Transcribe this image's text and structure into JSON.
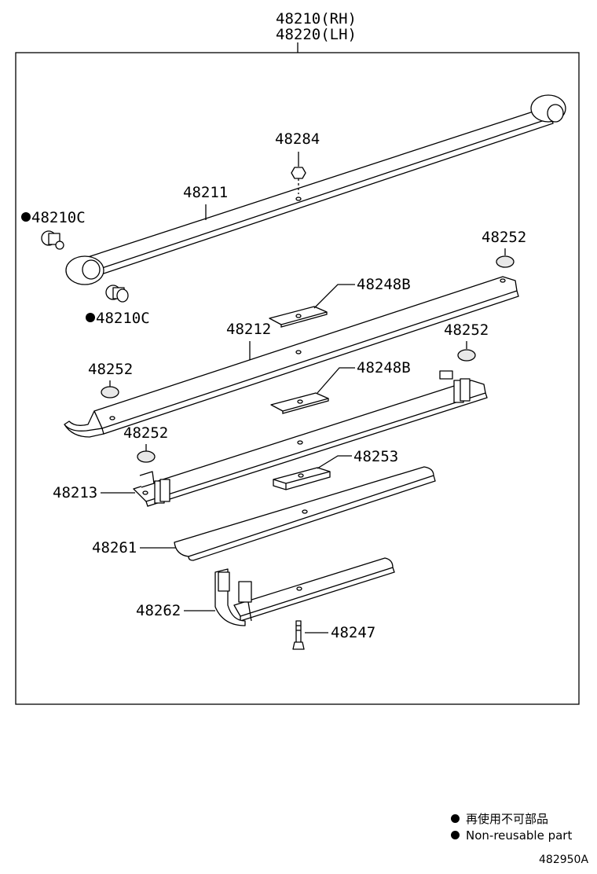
{
  "assembly": {
    "rh": "48210(RH)",
    "lh": "48220(LH)"
  },
  "parts": {
    "p48284": "48284",
    "p48211": "48211",
    "p48210c_top": "48210C",
    "p48210c_bottom": "48210C",
    "p48252_a": "48252",
    "p48248b_a": "48248B",
    "p48212": "48212",
    "p48252_b": "48252",
    "p48252_c": "48252",
    "p48248b_b": "48248B",
    "p48252_d": "48252",
    "p48253": "48253",
    "p48213": "48213",
    "p48261": "48261",
    "p48262": "48262",
    "p48247": "48247"
  },
  "legend": {
    "japanese": "再使用不可部品",
    "english": "Non-reusable part"
  },
  "figure_code": "482950A"
}
